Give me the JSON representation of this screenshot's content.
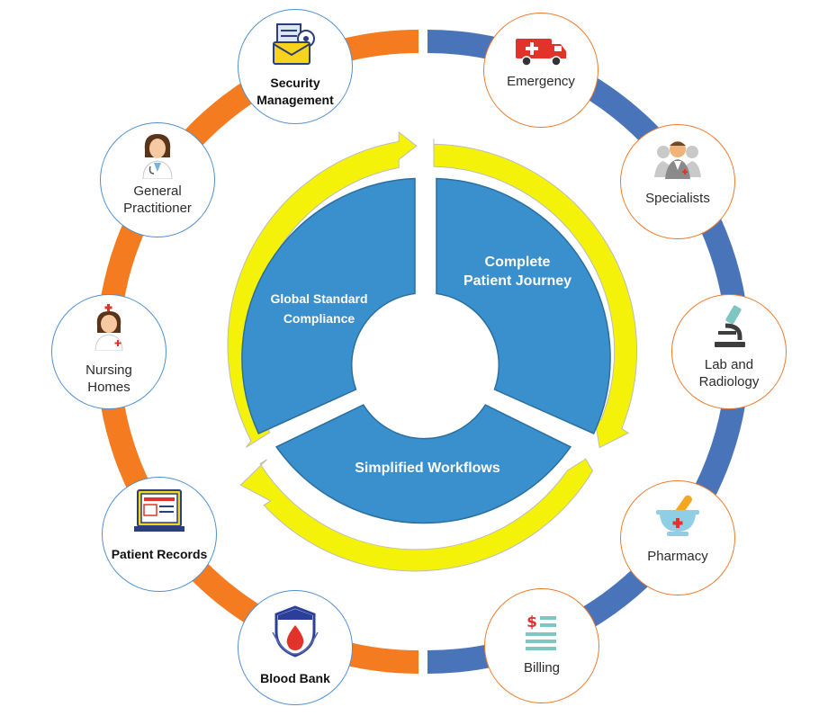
{
  "center": {
    "segments": [
      {
        "line1": "Global Standard",
        "line2": "Compliance"
      },
      {
        "line1": "Complete",
        "line2": "Patient Journey"
      },
      {
        "line1": "Simplified Workflows"
      }
    ]
  },
  "nodes": {
    "security": {
      "line1": "Security",
      "line2": "Management"
    },
    "emergency": {
      "line1": "Emergency"
    },
    "gp": {
      "line1": "General",
      "line2": "Practitioner"
    },
    "specialists": {
      "line1": "Specialists"
    },
    "nursing": {
      "line1": "Nursing",
      "line2": "Homes"
    },
    "lab": {
      "line1": "Lab and",
      "line2": "Radiology"
    },
    "records": {
      "line1": "Patient Records"
    },
    "pharmacy": {
      "line1": "Pharmacy"
    },
    "bloodbank": {
      "line1": "Blood Bank"
    },
    "billing": {
      "line1": "Billing"
    }
  },
  "colors": {
    "orange_ring": "#f47b20",
    "blue_ring": "#4a74b9",
    "segment_fill": "#3a8fcd",
    "arrow_fill": "#f5f20a"
  }
}
